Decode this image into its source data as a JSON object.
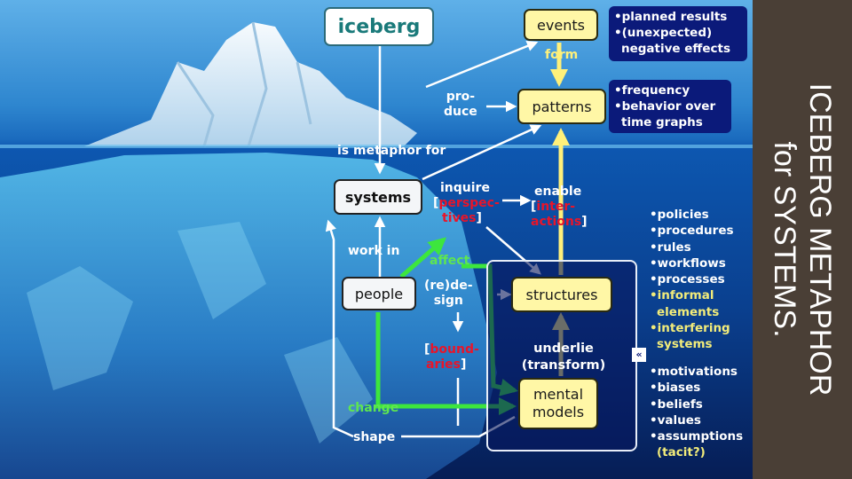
{
  "title": "ICEBERG METAPHOR for SYSTEMS.",
  "title_lines": [
    "ICEBERG METAPHOR",
    "for SYSTEMS."
  ],
  "nodes": {
    "iceberg": "iceberg",
    "events": "events",
    "patterns": "patterns",
    "systems": "systems",
    "people": "people",
    "structures": "structures",
    "mental_models_1": "mental",
    "mental_models_2": "models"
  },
  "labels": {
    "is_metaphor_for": "is metaphor for",
    "produce_1": "pro-",
    "produce_2": "duce",
    "form": "form",
    "inquire": "inquire",
    "perspectives_1_open": "[",
    "perspectives_1": "perspec-",
    "perspectives_2": "tives",
    "perspectives_close": "]",
    "enable": "enable",
    "interactions_1_open": "[",
    "interactions_1": "inter-",
    "interactions_2": "actions",
    "interactions_close": "]",
    "work_in": "work in",
    "affect": "affect",
    "redesign_1": "(re)de-",
    "redesign_2": "sign",
    "boundaries_open": "[",
    "boundaries_1": "bound-",
    "boundaries_2": "aries",
    "boundaries_close": "]",
    "underlie": "underlie",
    "transform": "(transform)",
    "change": "change",
    "shape": "shape"
  },
  "events_notes": [
    "•planned results",
    "•(unexpected)",
    "negative effects"
  ],
  "patterns_notes": [
    "•frequency",
    "•behavior over",
    "time graphs"
  ],
  "structures_list": [
    "•policies",
    "•procedures",
    "•rules",
    "•workflows",
    "•processes"
  ],
  "structures_list_highlight": [
    "•informal",
    "elements",
    "•interfering",
    "systems"
  ],
  "mental_models_list": [
    "•motivations",
    "•biases",
    "•beliefs",
    "•values",
    "•assumptions"
  ],
  "mental_models_list_highlight": [
    "(tacit?)"
  ],
  "colors": {
    "yellow_box": "#fff7a6",
    "navy_box": "#0b1a7a",
    "arrow_yellow": "#fff07a",
    "arrow_green": "#3de63d",
    "accent_red": "#e8152a",
    "side_panel": "#4a3f36"
  },
  "icons": {
    "collapse": "double-chevron-left-icon"
  }
}
